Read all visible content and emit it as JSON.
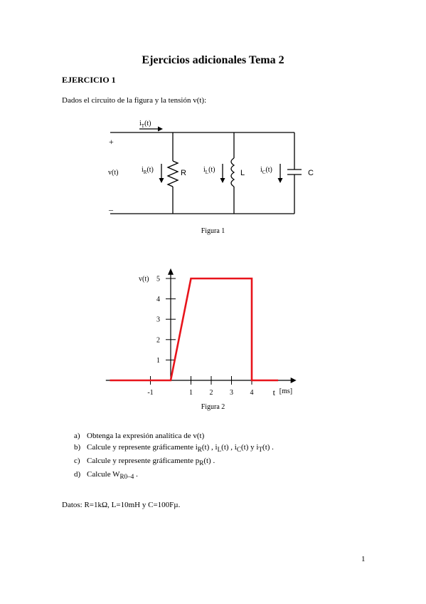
{
  "title": "Ejercicios adicionales Tema 2",
  "exercise_heading": "EJERCICIO 1",
  "intro": "Dados el circuito de la figura y la tensión v(t):",
  "circuit": {
    "source_current": "i",
    "source_current_sub": "T",
    "current_suffix": "(t)",
    "plus": "+",
    "minus": "–",
    "voltage": "v(t)",
    "branches": [
      {
        "current": "i",
        "sub": "R",
        "element_label": "R"
      },
      {
        "current": "i",
        "sub": "L",
        "element_label": "L"
      },
      {
        "current": "i",
        "sub": "C",
        "element_label": "C"
      }
    ]
  },
  "figure1_caption": "Figura 1",
  "figure2_caption": "Figura 2",
  "chart_data": {
    "type": "line",
    "title": "",
    "xlabel": "t",
    "xunit": "[ms]",
    "ylabel": "v(t)",
    "xlim": [
      -3.2,
      6.2
    ],
    "ylim": [
      0,
      5.5
    ],
    "x_ticks": [
      -1,
      1,
      2,
      3,
      4
    ],
    "x_tick_labels": [
      "-1",
      "1",
      "2",
      "3",
      "4"
    ],
    "y_ticks": [
      1,
      2,
      3,
      4,
      5
    ],
    "y_tick_labels": [
      "1",
      "2",
      "3",
      "4",
      "5"
    ],
    "grid": false,
    "series": [
      {
        "color": "#e8141b",
        "x": [
          -3,
          0,
          1,
          4,
          4,
          5.3
        ],
        "y": [
          0,
          0,
          5,
          5,
          0,
          0
        ]
      }
    ]
  },
  "questions": [
    {
      "letter": "a)",
      "text": "Obtenga la expresión analítica de v(t)"
    },
    {
      "letter": "b)",
      "text": "Calcule y represente gráficamente i",
      "parts": [
        "R",
        "(t) , i",
        "L",
        "(t) , i",
        "C",
        "(t)  y  i",
        "T",
        "(t) ."
      ]
    },
    {
      "letter": "c)",
      "text": "Calcule y represente gráficamente p",
      "parts": [
        "R",
        "(t) ."
      ]
    },
    {
      "letter": "d)",
      "text": "Calcule  W",
      "parts": [
        "R0–4",
        " ."
      ]
    }
  ],
  "datos": "Datos: R=1kΩ, L=10mH y C=100Fµ.",
  "page_number": "1"
}
